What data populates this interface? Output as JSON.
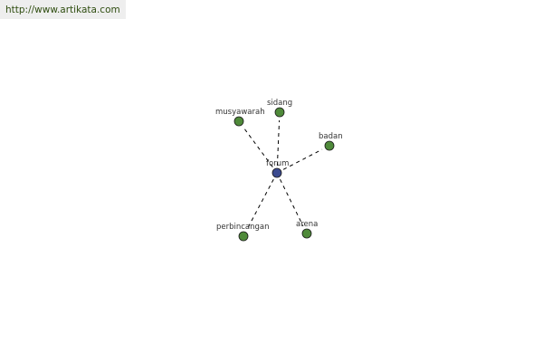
{
  "banner": {
    "url_text": "http://www.artikata.com",
    "background": "#eeeeee",
    "text_color": "#2f4d10"
  },
  "graph": {
    "center": {
      "id": "forum",
      "label": "forum",
      "color": "#3b4a8f"
    },
    "neighbors": [
      {
        "id": "musyawarah",
        "label": "musyawarah",
        "color": "#4f8a3a"
      },
      {
        "id": "sidang",
        "label": "sidang",
        "color": "#4f8a3a"
      },
      {
        "id": "badan",
        "label": "badan",
        "color": "#4f8a3a"
      },
      {
        "id": "perbincangan",
        "label": "perbincangan",
        "color": "#4f8a3a"
      },
      {
        "id": "arena",
        "label": "arena",
        "color": "#4f8a3a"
      }
    ],
    "edge_style": "dashed"
  }
}
